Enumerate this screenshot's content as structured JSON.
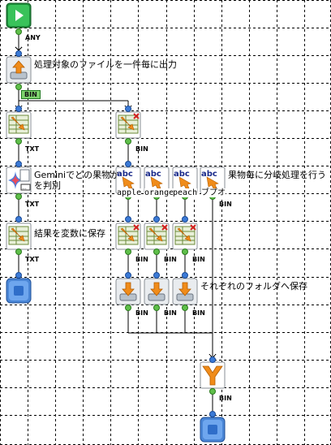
{
  "notes": {
    "output_files": "処理対象のファイルを一件毎に出力",
    "gemini_identify_line1": "Geminiでどの果物か",
    "gemini_identify_line2": "を判別",
    "save_to_variable": "結果を変数に保存",
    "branch_by_fruit": "果物毎に分岐処理を行う",
    "save_to_folders": "それぞれのフォルダへ保存"
  },
  "wire_labels": {
    "any": "ANY",
    "bin": "BIN",
    "txt": "TXT"
  },
  "branches": {
    "abc": "abc",
    "items": [
      "apple",
      "orange",
      "peach",
      "ブプオ"
    ]
  },
  "colors": {
    "start": "#22b14c",
    "node_border": "#8a8f96",
    "port": "#2f6ec9",
    "badge": "#7fd36f"
  },
  "icons": {
    "start": "play-icon",
    "output": "upload-tray-icon",
    "table": "table-arrow-icon",
    "gemini": "gemini-icon",
    "folder_save": "tray-save-icon",
    "merge": "merge-icon",
    "end": "stop-icon"
  }
}
